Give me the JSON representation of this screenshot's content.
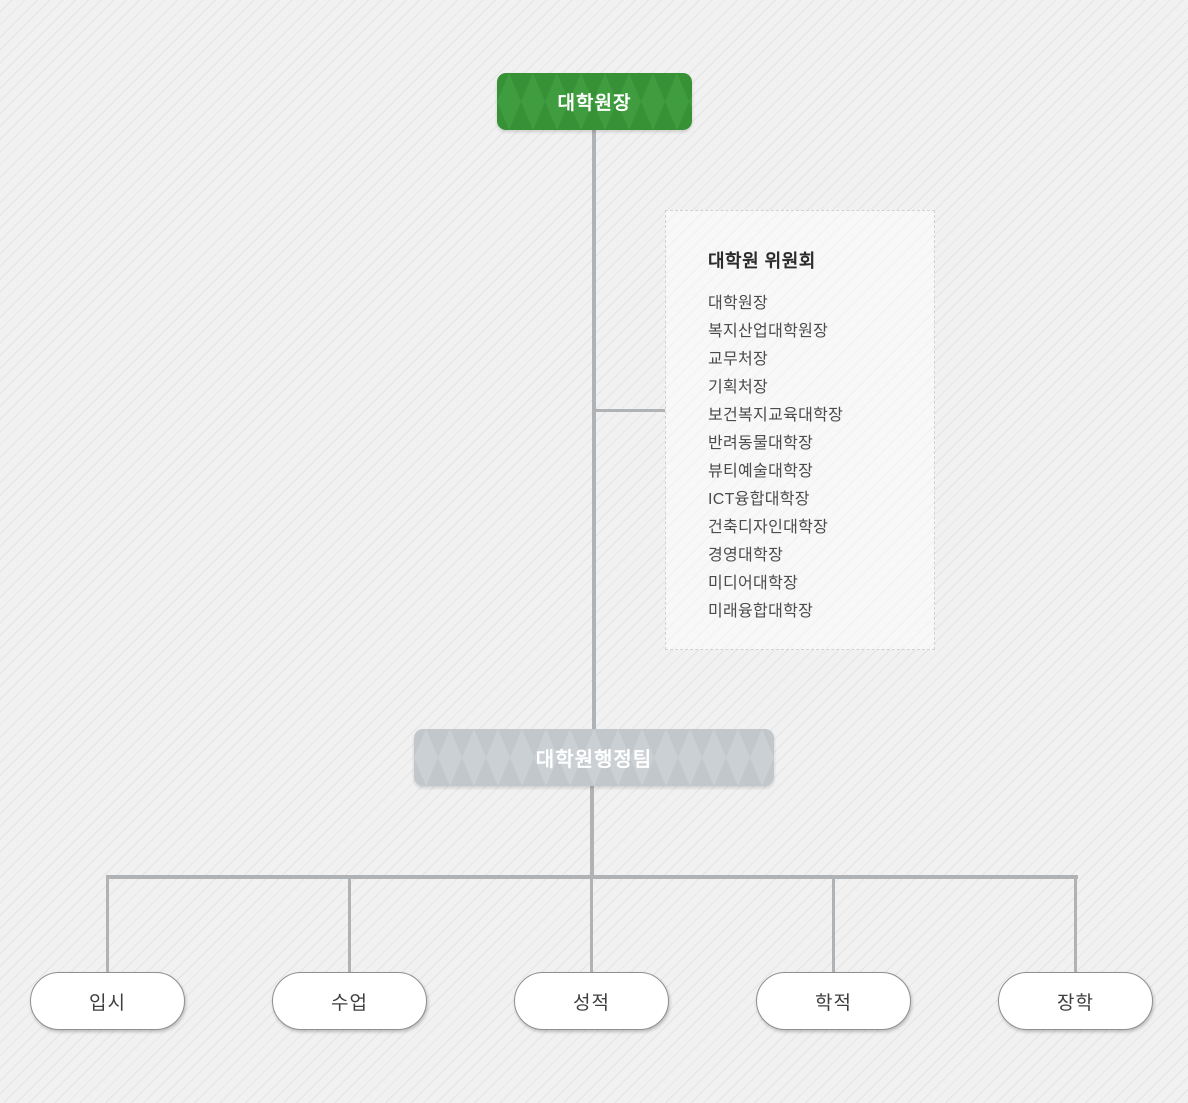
{
  "colors": {
    "root_green_base": "#379237",
    "root_green_diamond": "#3f9c3f",
    "admin_gray_base": "#c2c7cc",
    "admin_gray_diamond": "#cbd0d5",
    "connector_line": "#b0b3b5",
    "leaf_border": "#8f8f8f",
    "background": "#f1f1f1"
  },
  "org": {
    "root": {
      "label": "대학원장"
    },
    "committee": {
      "title": "대학원 위원회",
      "members": [
        "대학원장",
        "복지산업대학원장",
        "교무처장",
        "기획처장",
        "보건복지교육대학장",
        "반려동물대학장",
        "뷰티예술대학장",
        "ICT융합대학장",
        "건축디자인대학장",
        "경영대학장",
        "미디어대학장",
        "미래융합대학장"
      ]
    },
    "admin": {
      "label": "대학원행정팀"
    },
    "leaves": [
      "입시",
      "수업",
      "성적",
      "학적",
      "장학"
    ]
  }
}
